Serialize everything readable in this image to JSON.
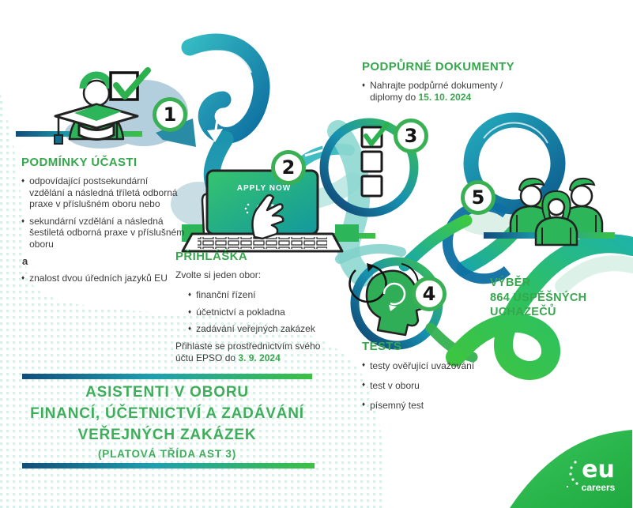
{
  "glyphs": {
    "bullet": "♦"
  },
  "colors": {
    "green": "#37a74e",
    "teal": "#1f9fae",
    "navy": "#114d7a",
    "dot": "#d7f1ea"
  },
  "steps": {
    "s1": {
      "number": "1",
      "heading": "PODMÍNKY ÚČASTI",
      "bullets": [
        "odpovídající postsekundární vzdělání a následná tříletá odborná praxe v příslušném oboru nebo",
        "sekundární vzdělání a následná šestiletá odborná praxe v příslušném oboru"
      ],
      "conjunction": "a",
      "bullet_last": "znalost dvou úředních jazyků EU"
    },
    "s2": {
      "number": "2",
      "heading": "PŘIHLÁŠKA",
      "intro": "Zvolte si jeden obor:",
      "bullets": [
        "finanční řízení",
        "účetnictví a pokladna",
        "zadávání veřejných zakázek"
      ],
      "footer_prefix": "Přihlaste se prostřednictvím svého účtu EPSO do ",
      "deadline": "3. 9. 2024"
    },
    "s3": {
      "number": "3",
      "heading": "PODPŮRNÉ DOKUMENTY",
      "bullet_prefix": "Nahrajte podpůrné dokumenty / diplomy do ",
      "deadline": "15. 10. 2024"
    },
    "s4": {
      "number": "4",
      "heading": "TESTS",
      "bullets": [
        "testy ověřující uvažování",
        "test v oboru",
        "písemný test"
      ]
    },
    "s5": {
      "number": "5",
      "heading_lines": [
        "VÝBĚR",
        "864 ÚSPĚŠNÝCH",
        "UCHAZEČŮ"
      ]
    }
  },
  "laptop": {
    "screen_cta": "APPLY NOW",
    "logo": "eu",
    "logo_sub": "careers"
  },
  "title_block": {
    "lines": [
      "ASISTENTI V OBORU",
      "FINANCÍ, ÚČETNICTVÍ A ZADÁVÁNÍ",
      "VEŘEJNÝCH ZAKÁZEK"
    ],
    "subtitle": "(PLATOVÁ TŘÍDA AST 3)"
  },
  "brand": {
    "logo": "eu",
    "logo_sub": "careers"
  }
}
